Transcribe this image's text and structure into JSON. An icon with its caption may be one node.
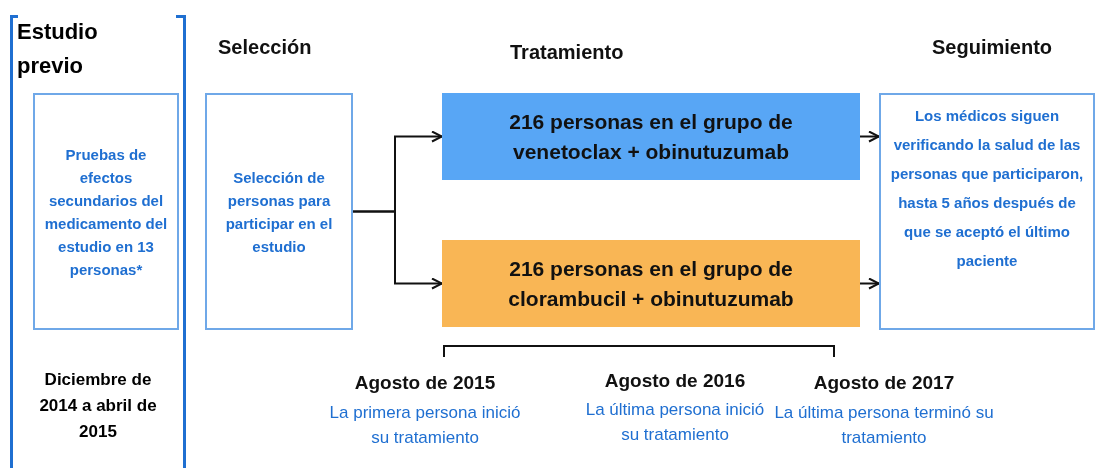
{
  "diagram": {
    "nodes": [
      {
        "text": [
          "Estudio previo",
          "Diciembre de 2014 a abril de 2015"
        ]
      },
      {
        "text": [
          "Pruebas de efectos secundarios del medicamento del estudio en 13 personas*"
        ],
        "in": 0
      },
      {
        "text": [
          "Selección de personas para participar en el estudio"
        ]
      },
      {
        "text": [
          "216 personas en el grupo de venetoclax + obinutuzumab"
        ]
      },
      {
        "text": [
          "216 personas en el grupo de clorambucil + obinutuzumab"
        ]
      },
      {
        "text": [
          "Los médicos siguen verificando la salud de las personas que participaron, hasta 5 años después de que se aceptó el último paciente"
        ]
      }
    ],
    "edges": [
      {
        "from": 2,
        "to": 3,
        "arrow": "to"
      },
      {
        "from": 2,
        "to": 4,
        "arrow": "to"
      },
      {
        "from": 3,
        "to": 5,
        "arrow": "to"
      },
      {
        "from": 4,
        "to": 5,
        "arrow": "to"
      }
    ],
    "labels": [
      "Selección",
      "Tratamiento",
      "Seguimiento",
      "Agosto de 2015",
      "La primera persona inició su tratamiento",
      "Agosto de 2016",
      "La última persona inició su tratamiento",
      "Agosto de 2017",
      "La última persona terminó su tratamiento"
    ]
  }
}
